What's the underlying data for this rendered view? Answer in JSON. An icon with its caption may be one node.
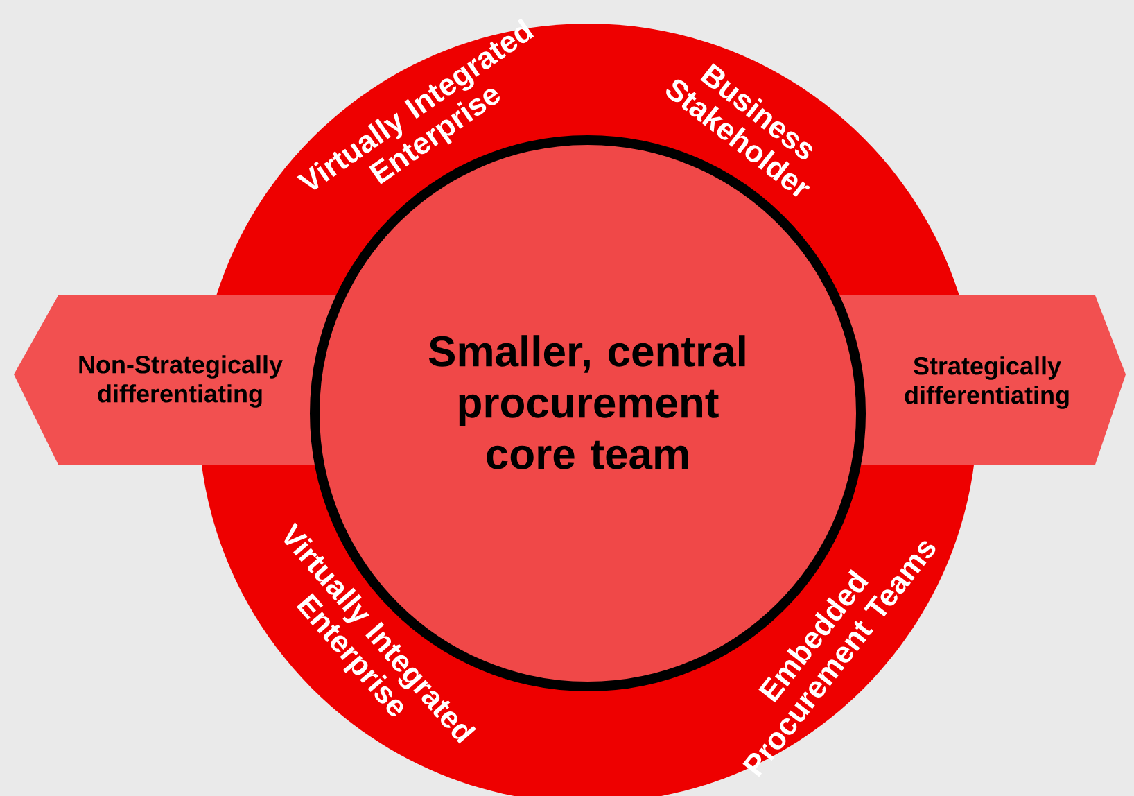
{
  "diagram": {
    "nodes": [
      {
        "text": [
          "Virtually Integrated Enterprise",
          "Business Stakeholder",
          "Virtually Integrated Enterprise",
          "Embedded Procurement Teams"
        ]
      },
      {
        "text": [
          "Smaller, central procurement core team"
        ],
        "in": 0
      },
      {
        "text": [
          "Non-Strategically differentiating"
        ]
      },
      {
        "text": [
          "Strategically differentiating"
        ]
      }
    ]
  }
}
